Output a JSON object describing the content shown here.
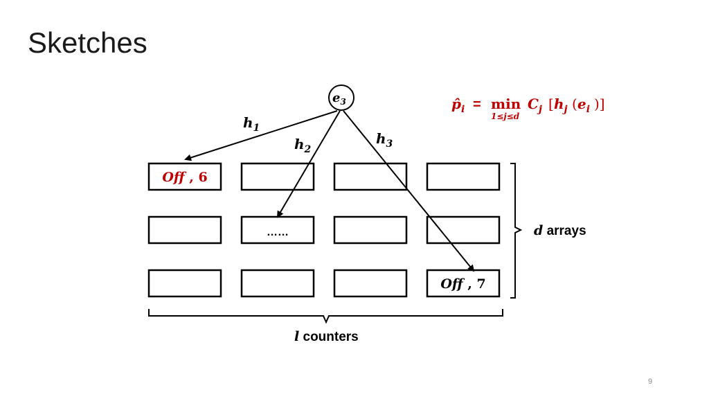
{
  "slide": {
    "title": "Sketches",
    "page_number": "9"
  },
  "formula": {
    "lhs": "p̂",
    "lhs_sub": "i",
    "equals": "=",
    "min": "min",
    "min_sub": "1≤j≤d",
    "c": "C",
    "c_sub": "j",
    "open_bracket": "[",
    "h": "h",
    "h_sub": "j",
    "open_paren": "(",
    "e": "e",
    "e_sub": "i",
    "close": ")]"
  },
  "element_node": {
    "base": "e",
    "sub": "3"
  },
  "hash_labels": [
    {
      "base": "h",
      "sub": "1"
    },
    {
      "base": "h",
      "sub": "2"
    },
    {
      "base": "h",
      "sub": "3"
    }
  ],
  "cells": {
    "row1_col1": {
      "italic": "Off",
      "rest": " , 6"
    },
    "row2_col2": {
      "text": "……"
    },
    "row3_col4": {
      "italic": "Off",
      "rest": " , 7"
    }
  },
  "brace_labels": {
    "rows_var": "d",
    "rows_text": " arrays",
    "cols_var": "l",
    "cols_text": " counters"
  },
  "colors": {
    "highlight": "#c00000",
    "line": "#000000",
    "text": "#1a1a1a"
  }
}
